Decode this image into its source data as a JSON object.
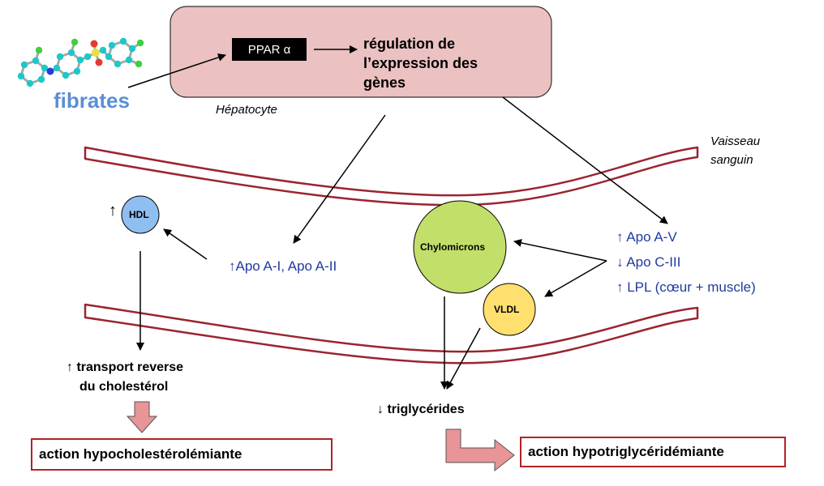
{
  "hepatocyte": {
    "ppar_label": "PPAR α",
    "regulation_text": "régulation de\nl’expression des\ngènes",
    "cell_label": "Hépatocyte"
  },
  "drug": {
    "label": "fibrates"
  },
  "vessel": {
    "label_line1": "Vaisseau",
    "label_line2": "sanguin"
  },
  "lipoproteins": {
    "hdl": "HDL",
    "chylomicrons": "Chylomicrons",
    "vldl": "VLDL"
  },
  "apo_left": "↑Apo A-I, Apo A-II",
  "apo_right": {
    "line1": "↑ Apo A-V",
    "line2": "↓ Apo C-III",
    "line3": "↑ LPL (cœur + muscle)"
  },
  "hdl_up_arrow": "↑",
  "transport": {
    "line1": "↑ transport reverse",
    "line2": "du cholestérol"
  },
  "triglycerides": "↓ triglycérides",
  "outcomes": {
    "left": "action hypocholestérolémiante",
    "right": "action hypotriglycéridémiante"
  },
  "colors": {
    "hepatocyte_fill": "#ebc1c1",
    "vessel_wall": "#9b2430",
    "hdl_fill": "#8fbff0",
    "chylomicrons_fill": "#c2df6a",
    "vldl_fill": "#ffdf6e",
    "outcome_border": "#b22226",
    "block_arrow_fill": "#e99497",
    "blue_text": "#1f3aa0",
    "fibrates_text": "#5b8fd4"
  }
}
